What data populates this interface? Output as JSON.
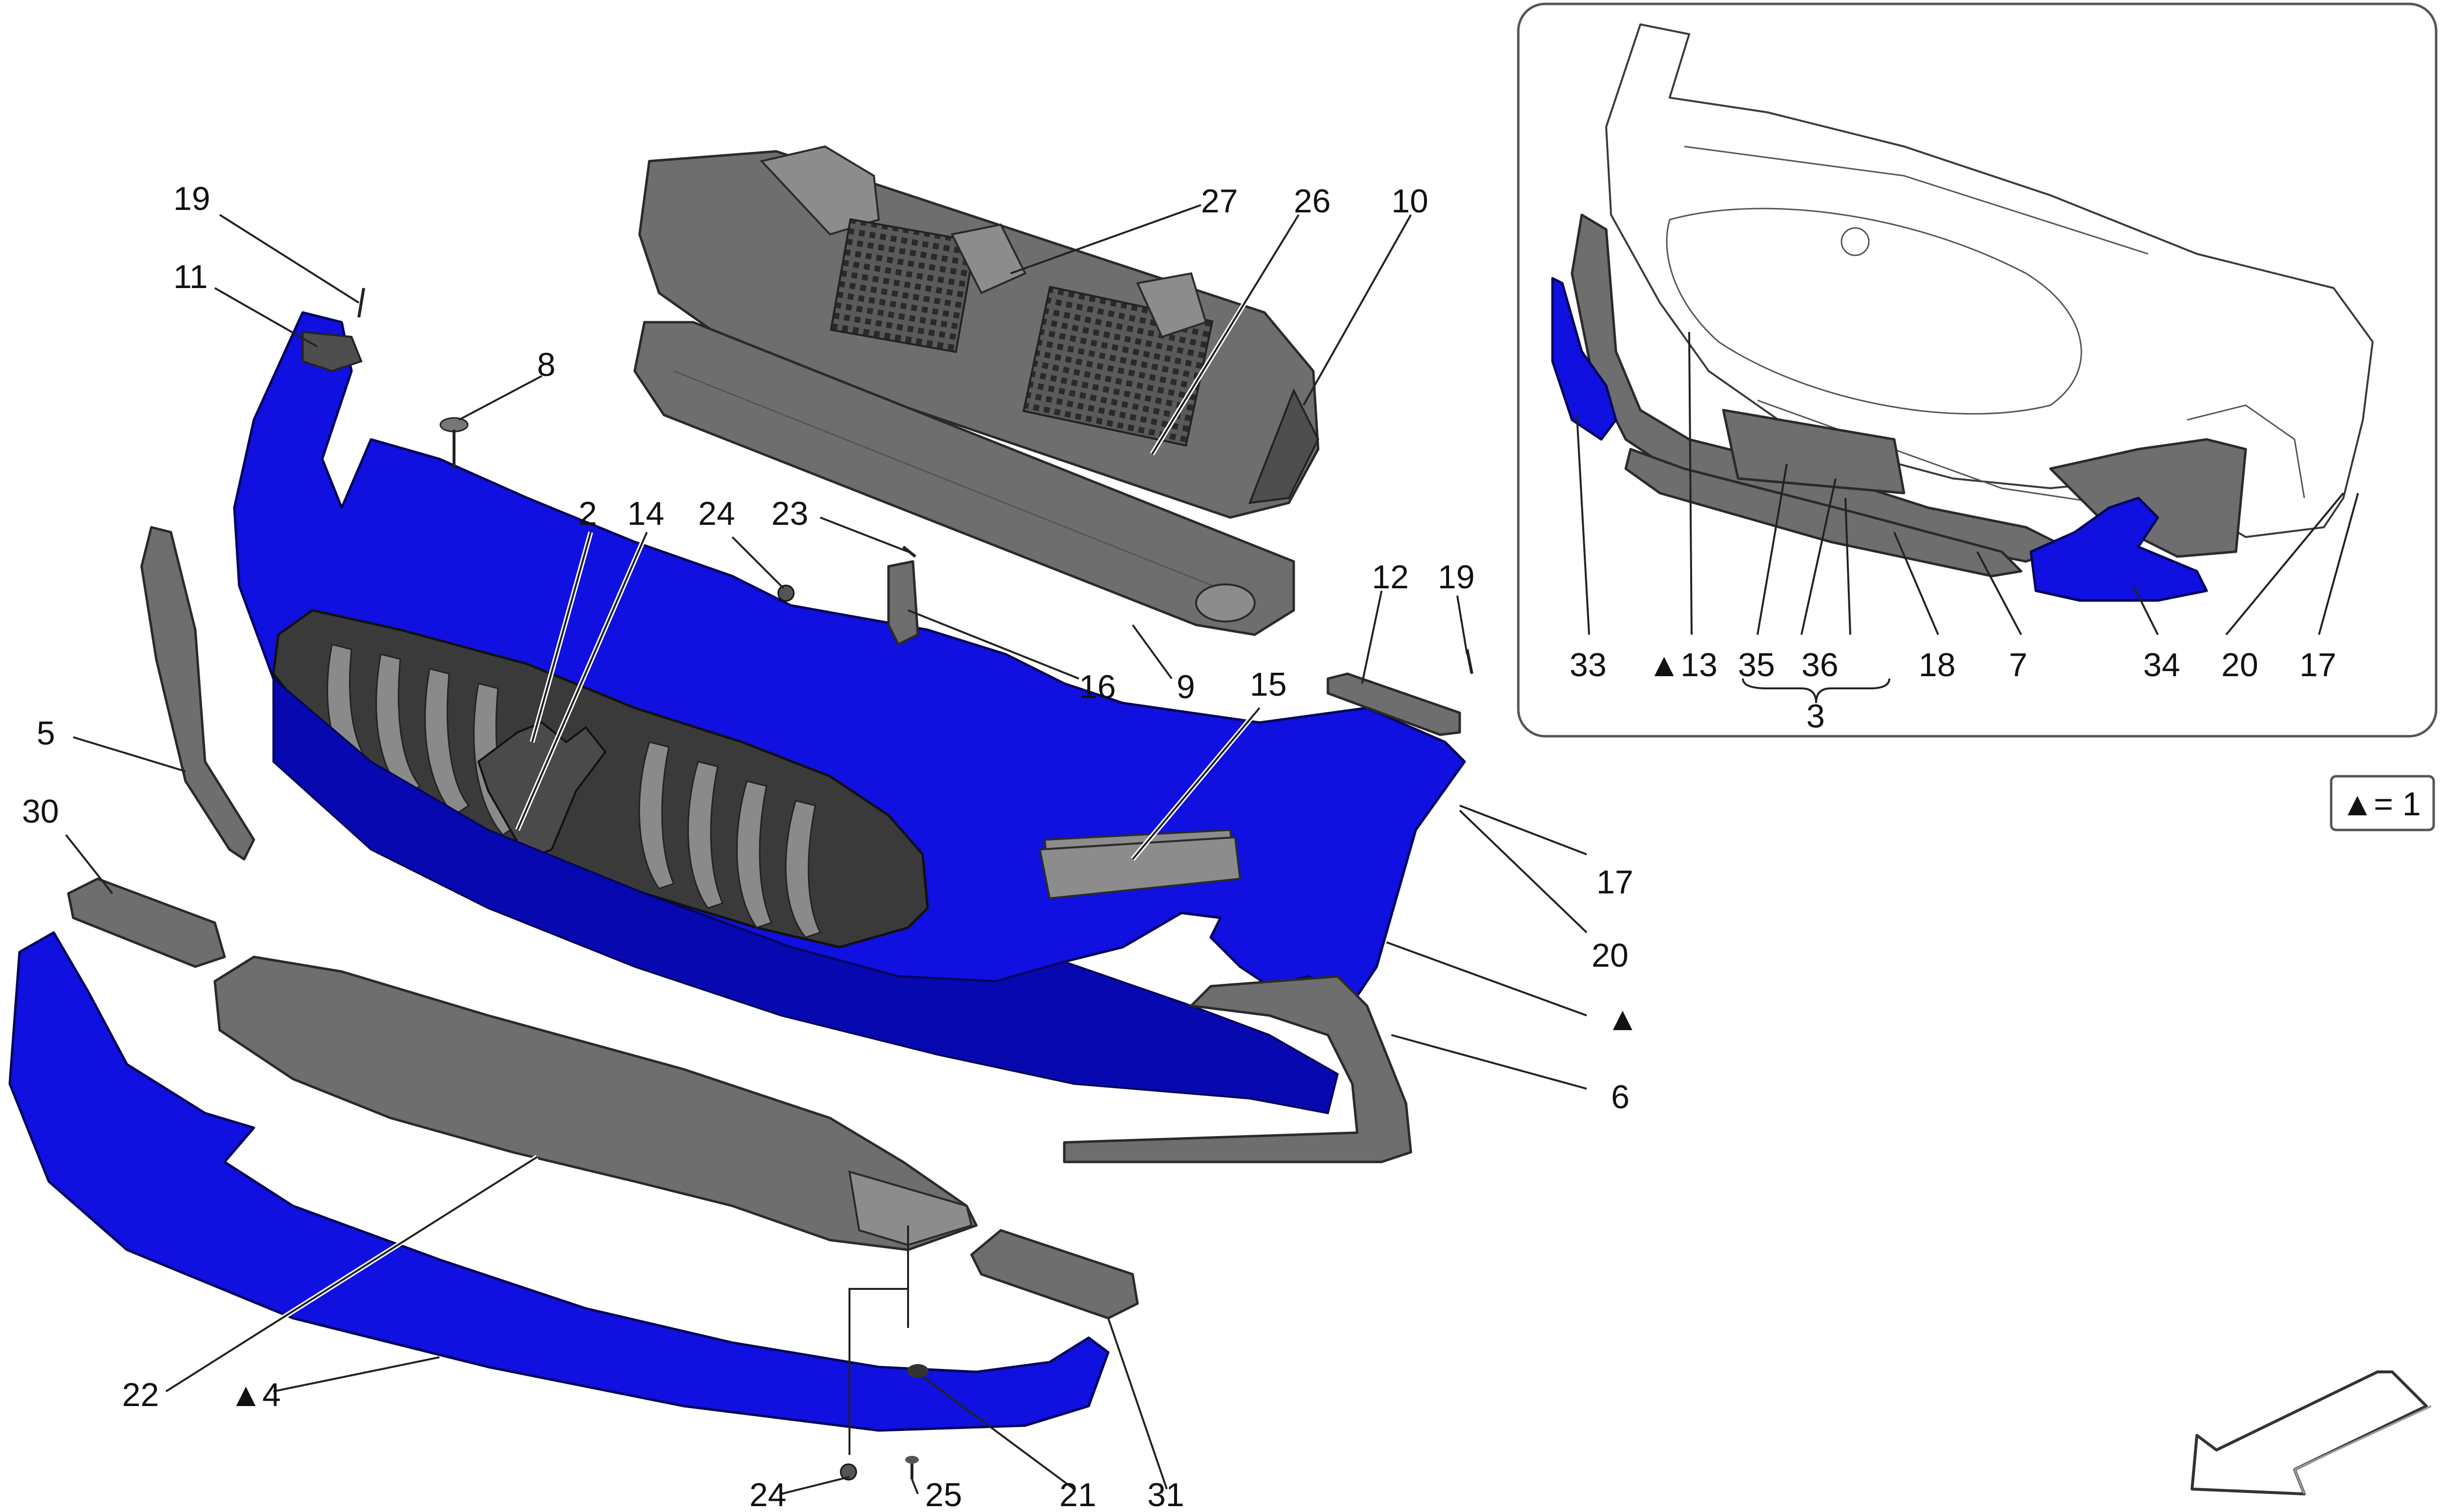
{
  "colors": {
    "highlight_part": "#1010e0",
    "secondary_part": "#6e6e6e",
    "background": "#ffffff"
  },
  "callouts": {
    "c19_left": "19",
    "c11": "11",
    "c8": "8",
    "c2": "2",
    "c14": "14",
    "c24_top": "24",
    "c23": "23",
    "c27": "27",
    "c26": "26",
    "c10": "10",
    "c12": "12",
    "c19_right": "19",
    "c15": "15",
    "c16": "16",
    "c9": "9",
    "c5": "5",
    "c30": "30",
    "c17": "17",
    "c20": "20",
    "c_triangle": "▲",
    "c6": "6",
    "c22": "22",
    "c4": "▲4",
    "c24_bottom": "24",
    "c25": "25",
    "c21": "21",
    "c31": "31"
  },
  "inset": {
    "c33": "33",
    "c13": "▲13",
    "c35": "35",
    "c36": "36",
    "c3": "3",
    "c18": "18",
    "c7": "7",
    "c34": "34",
    "c20": "20",
    "c17": "17"
  },
  "legend": {
    "text": "▲= 1"
  },
  "direction_arrow": {
    "icon": "front-direction-arrow-icon"
  }
}
